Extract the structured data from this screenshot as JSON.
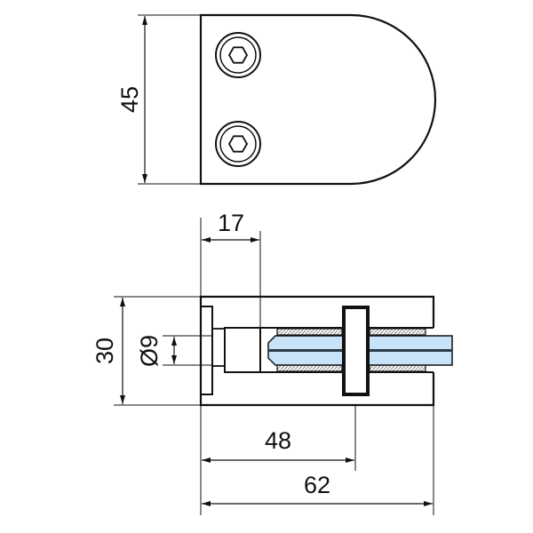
{
  "dimensions": {
    "height_top_view": "45",
    "flange_depth": "17",
    "height_side_view": "30",
    "bolt_diameter": "Ø9",
    "glass_insertion_depth": "48",
    "total_length": "62"
  },
  "colors": {
    "line": "#111111",
    "glass": "#c8e2f7",
    "glass_core": "#2b3b47"
  }
}
